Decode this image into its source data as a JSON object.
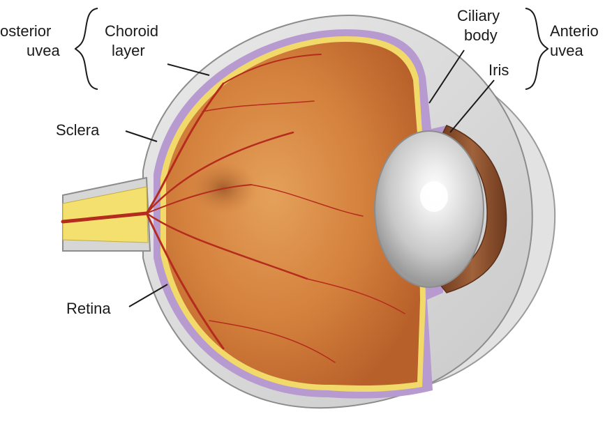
{
  "labels": {
    "posterior_uvea_line1": "osterior",
    "posterior_uvea_line2": "uvea",
    "choroid_line1": "Choroid",
    "choroid_line2": "layer",
    "ciliary_line1": "Ciliary",
    "ciliary_line2": "body",
    "anterior_uvea_line1": "Anterio",
    "anterior_uvea_line2": "uvea",
    "iris": "Iris",
    "sclera": "Sclera",
    "retina": "Retina"
  },
  "colors": {
    "sclera": "#d8d8d8",
    "choroid": "#b79bd0",
    "retina_edge": "#f1d96a",
    "interior": "#d4813d",
    "vessels": "#b52b1d",
    "optic_nerve": "#f3e06f",
    "lens": "#d9d9d9",
    "iris": "#8a4b2a"
  }
}
